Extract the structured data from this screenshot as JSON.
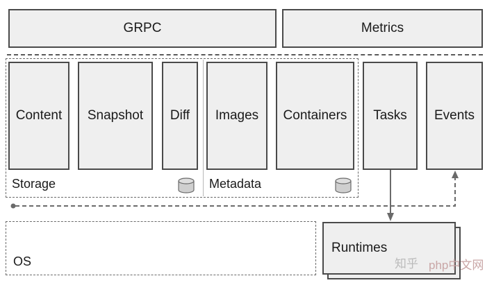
{
  "top_layer": {
    "grpc": "GRPC",
    "metrics": "Metrics"
  },
  "components": {
    "content": "Content",
    "snapshot": "Snapshot",
    "diff": "Diff",
    "images": "Images",
    "containers": "Containers",
    "tasks": "Tasks",
    "events": "Events"
  },
  "groups": {
    "storage": "Storage",
    "metadata": "Metadata"
  },
  "bottom": {
    "os": "OS",
    "runtimes": "Runtimes"
  },
  "watermark": {
    "cn": "知乎",
    "brand": "php中文网"
  },
  "icons": [
    "database-icon",
    "arrow-icon"
  ],
  "colors": {
    "box_fill": "#efefef",
    "border": "#4a4a4a",
    "dashed": "#5a5a5a"
  }
}
